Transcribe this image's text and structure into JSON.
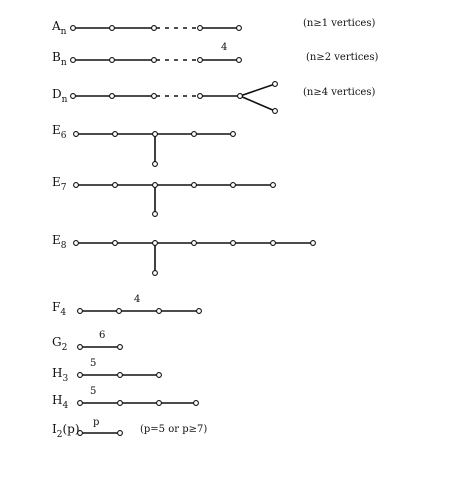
{
  "diagrams": [
    {
      "id": "An",
      "base": "A",
      "sub": "n",
      "note": "(n≥1 vertices)"
    },
    {
      "id": "Bn",
      "base": "B",
      "sub": "n",
      "note": "(n≥2 vertices)",
      "weight": "4"
    },
    {
      "id": "Dn",
      "base": "D",
      "sub": "n",
      "note": "(n≥4 vertices)"
    },
    {
      "id": "E6",
      "base": "E",
      "sub": "6"
    },
    {
      "id": "E7",
      "base": "E",
      "sub": "7"
    },
    {
      "id": "E8",
      "base": "E",
      "sub": "8"
    },
    {
      "id": "F4",
      "base": "F",
      "sub": "4",
      "weight": "4"
    },
    {
      "id": "G2",
      "base": "G",
      "sub": "2",
      "weight": "6"
    },
    {
      "id": "H3",
      "base": "H",
      "sub": "3",
      "weight": "5"
    },
    {
      "id": "H4",
      "base": "H",
      "sub": "4",
      "weight": "5"
    },
    {
      "id": "I2p",
      "base": "I",
      "sub": "2",
      "suffix": "(p)",
      "note": "(p=5 or p≥7)",
      "weight": "p"
    }
  ]
}
